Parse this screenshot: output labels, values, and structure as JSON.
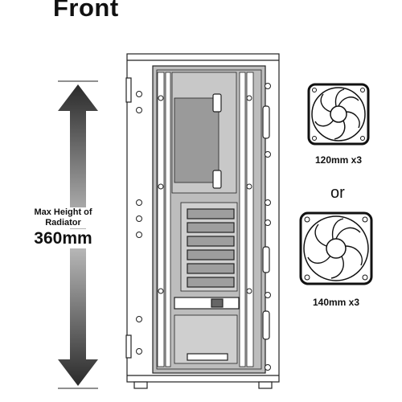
{
  "title": "Front",
  "radiator": {
    "label_line1": "Max Height of",
    "label_line2": "Radiator",
    "value": "360mm"
  },
  "fans": {
    "small_label": "120mm x3",
    "or_label": "or",
    "large_label": "140mm x3"
  },
  "icons": {
    "arrow": "double-arrow-icon",
    "chassis": "pc-case-front-icon",
    "fan": "fan-icon"
  },
  "colors": {
    "line": "#222222",
    "arrow_dark": "#2a2a2a",
    "arrow_light": "#b5b5b5",
    "panel": "#bdbdbd"
  }
}
